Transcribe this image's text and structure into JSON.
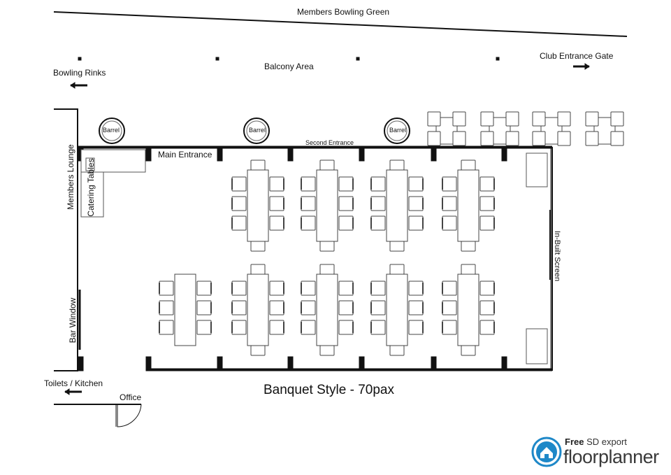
{
  "labels": {
    "bowling_green": "Members Bowling Green",
    "balcony": "Balcony Area",
    "bowling_rinks": "Bowling Rinks",
    "club_gate": "Club Entrance Gate",
    "members_lounge": "Members Lounge",
    "catering": "Catering Tables",
    "main_entrance": "Main Entrance",
    "second_entrance": "Second Entrance",
    "inbuilt_screen": "In-Built Screen",
    "bar_window": "Bar Window",
    "toilets": "Toilets / Kitchen",
    "office": "Office",
    "barrel": "Barrel"
  },
  "title": "Banquet Style - 70pax",
  "brand": {
    "export_bold": "Free",
    "export_rest": "SD export",
    "name": "floorplanner",
    "accent": "#1e88c8"
  },
  "colors": {
    "line": "#111111",
    "furniture": "#555555"
  }
}
